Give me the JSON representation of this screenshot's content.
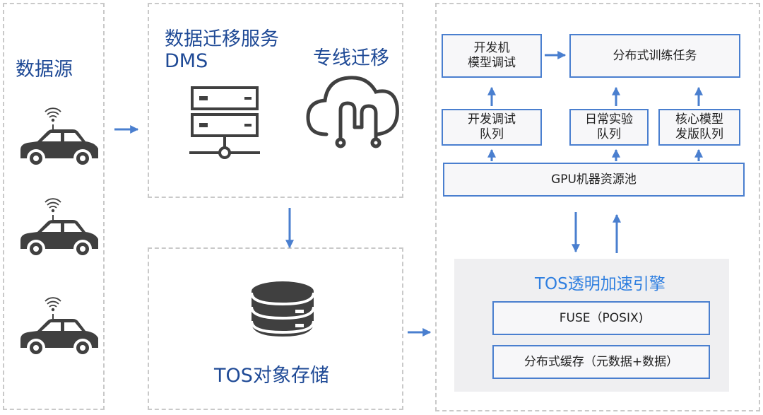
{
  "left_panel": {
    "title": "数据源",
    "vehicle_icons": [
      "car-icon",
      "car-icon",
      "car-icon"
    ]
  },
  "migration_panel": {
    "dms_title": "数据迁移服务\nDMS",
    "dms_icon": "server-icon",
    "line_title": "专线迁移",
    "line_icon": "cloud-icon"
  },
  "storage_panel": {
    "title": "TOS对象存储",
    "icon": "database-icon"
  },
  "training_panel": {
    "dev_machine": "开发机\n模型调试",
    "distributed_task": "分布式训练任务",
    "queues": [
      "开发调试\n队列",
      "日常实验\n队列",
      "核心模型\n发版队列"
    ],
    "gpu_pool": "GPU机器资源池"
  },
  "accel_panel": {
    "title": "TOS透明加速引擎",
    "fuse": "FUSE（POSIX)",
    "cache": "分布式缓存（元数据+数据）"
  },
  "colors": {
    "accent": "#4a7fcf",
    "title_blue": "#1f4a96",
    "light_blue": "#2f7fe0",
    "icon_gray": "#404040"
  }
}
